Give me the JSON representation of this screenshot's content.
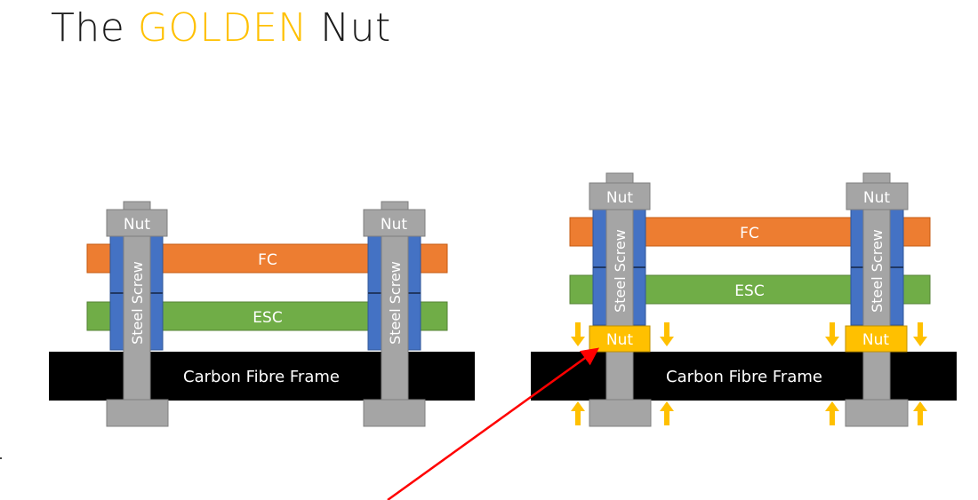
{
  "title": {
    "prefix": "The ",
    "highlight": "GOLDEN",
    "suffix": " Nut"
  },
  "labels": {
    "nut": "Nut",
    "fc": "FC",
    "esc": "ESC",
    "frame": "Carbon Fibre Frame",
    "screw": "Steel Screw"
  },
  "colors": {
    "highlight": "#ffc000",
    "fc": "#ed7d31",
    "esc": "#70ad47",
    "frame": "#000000",
    "steel": "#a5a5a5",
    "standoff": "#4472c4",
    "golden_nut": "#ffc000",
    "arrow": "#ff0000"
  }
}
